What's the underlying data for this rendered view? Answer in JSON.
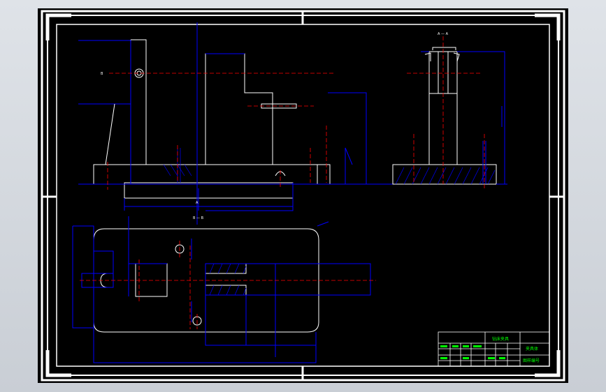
{
  "drawing": {
    "section_labels": {
      "a_a": "A — A",
      "b_b": "B — B",
      "b_marker": "B",
      "a_marker": "A"
    },
    "title_block": {
      "title": "钻床夹具",
      "name": "夹具体",
      "drawing_no": "图样编号"
    }
  }
}
